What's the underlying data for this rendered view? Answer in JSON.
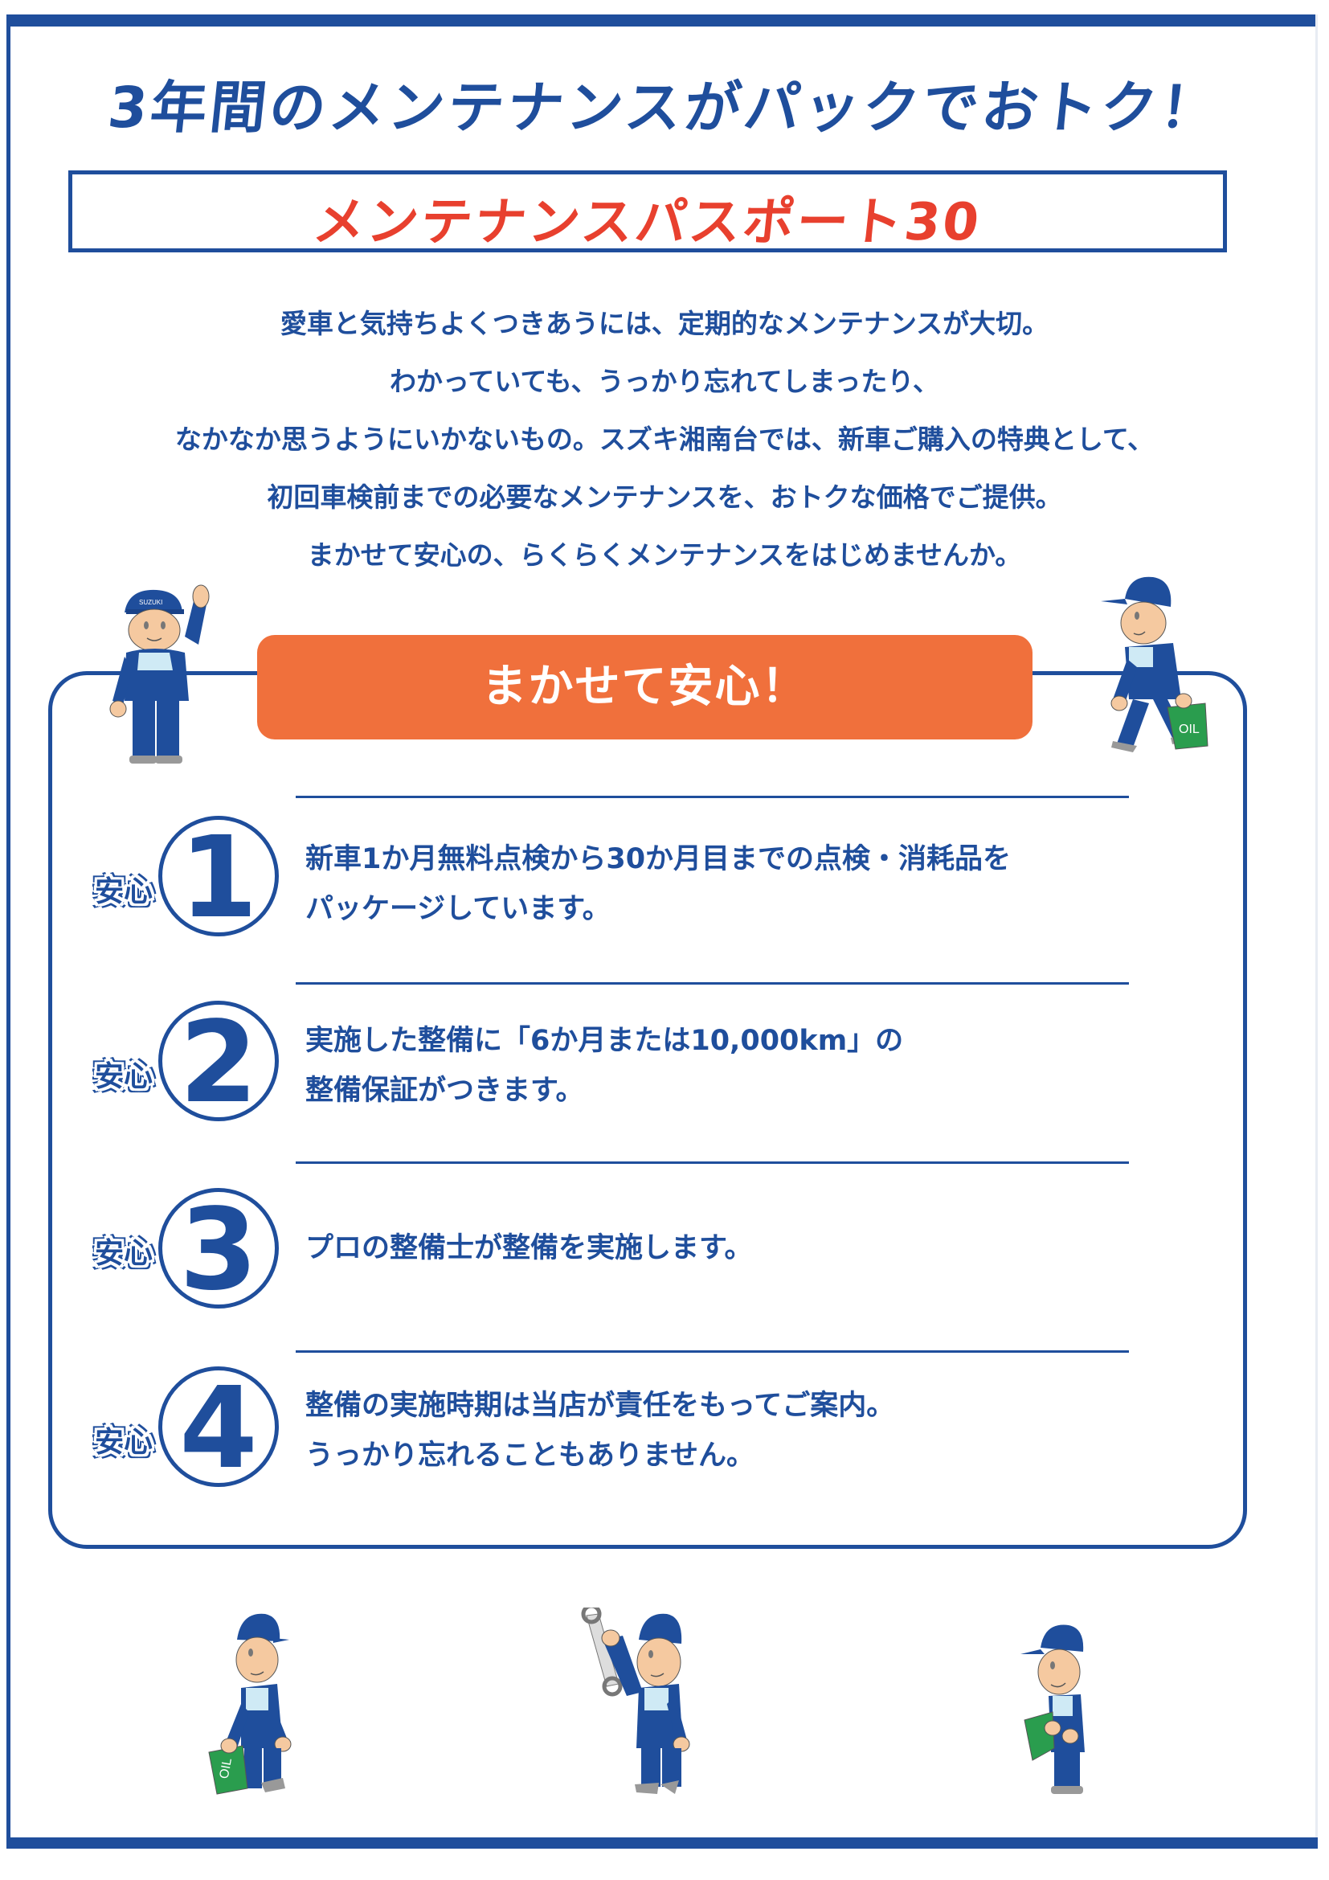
{
  "colors": {
    "brand_blue": "#1f4e9c",
    "title_red": "#e8402e",
    "pill_orange": "#f0703c",
    "oil_green": "#2a9d4e",
    "skin": "#f5c9a0"
  },
  "header": {
    "headline": "3年間のメンテナンスがパックでおトク！",
    "product_name": "メンテナンスパスポート30"
  },
  "intro": {
    "lines": [
      "愛車と気持ちよくつきあうには、定期的なメンテナンスが大切。",
      "わかっていても、うっかり忘れてしまったり、",
      "なかなか思うようにいかないもの。スズキ湘南台では、新車ご購入の特典として、",
      "初回車検前までの必要なメンテナンスを、おトクな価格でご提供。",
      "まかせて安心の、らくらくメンテナンスをはじめませんか。"
    ]
  },
  "panel": {
    "heading": "まかせて安心！",
    "badge_label": "安心",
    "items": [
      {
        "number": "1",
        "lines": [
          "新車1か月無料点検から30か月目までの点検・消耗品を",
          "パッケージしています。"
        ]
      },
      {
        "number": "2",
        "lines": [
          "実施した整備に「6か月または10,000km」の",
          "整備保証がつきます。"
        ]
      },
      {
        "number": "3",
        "lines": [
          "プロの整備士が整備を実施します。"
        ]
      },
      {
        "number": "4",
        "lines": [
          "整備の実施時期は当店が責任をもってご案内。",
          "うっかり忘れることもありません。"
        ]
      }
    ]
  },
  "mascots": {
    "cap_logo": "SUZUKI",
    "oil_label": "OIL",
    "figures": [
      {
        "name": "waving-mechanic"
      },
      {
        "name": "oil-carrying-mechanic-top"
      },
      {
        "name": "oil-carrying-mechanic-bottom"
      },
      {
        "name": "wrench-mechanic"
      },
      {
        "name": "oil-pouring-mechanic"
      }
    ]
  }
}
